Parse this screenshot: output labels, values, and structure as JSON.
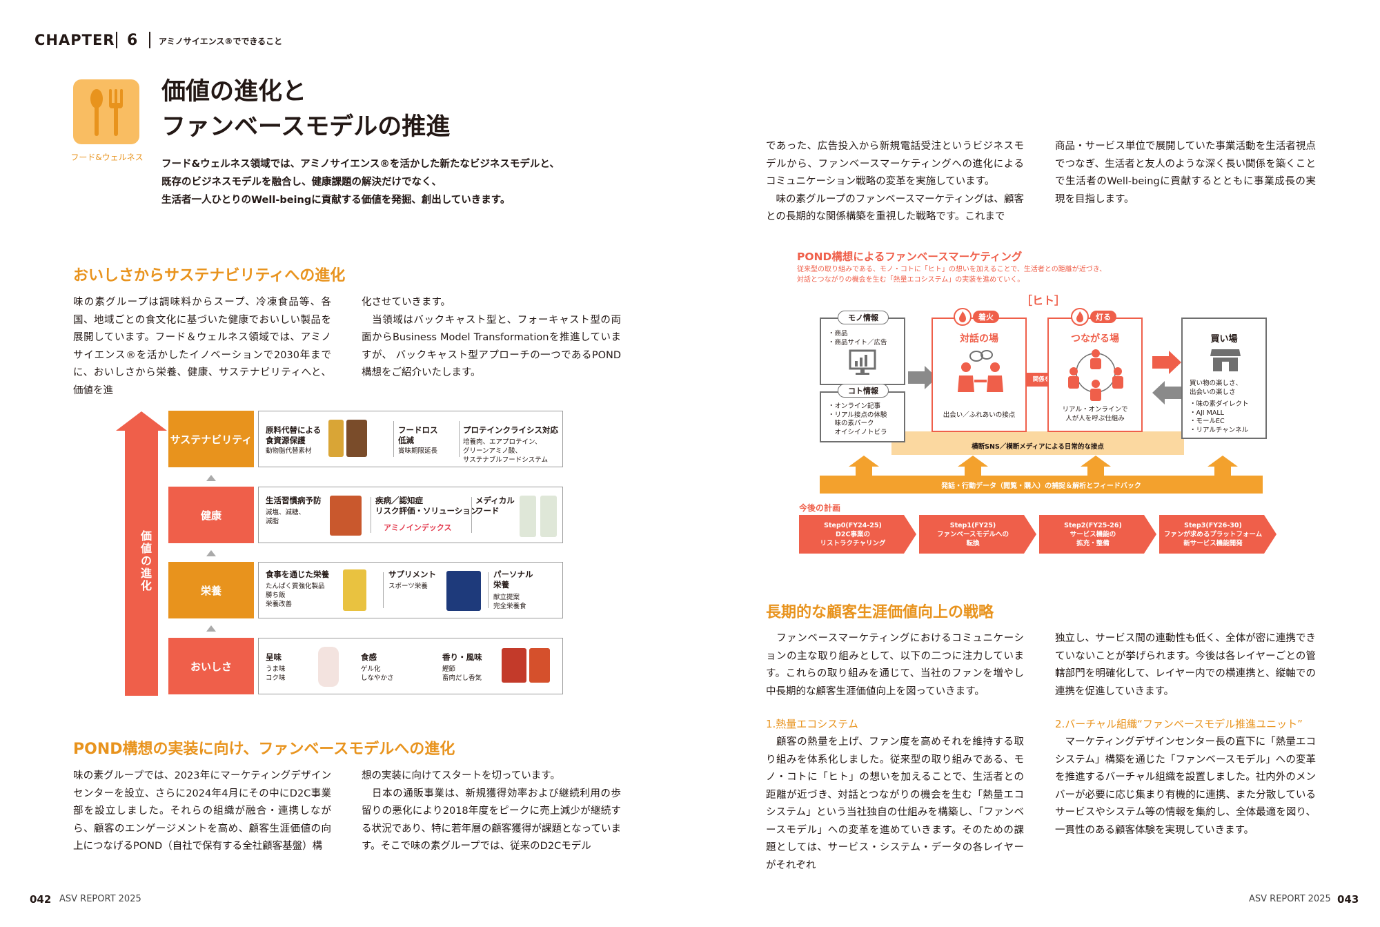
{
  "header": {
    "chapter": "CHAPTER",
    "number": "6",
    "subtitle": "アミノサイエンス®でできること"
  },
  "category": {
    "label": "フード&ウェルネス",
    "icon": "fork-knife-icon"
  },
  "title": {
    "line1": "価値の進化と",
    "line2": "ファンベースモデルの推進"
  },
  "lead": {
    "line1": "フード&ウェルネス領域では、アミノサイエンス®を活かした新たなビジネスモデルと、",
    "line2": "既存のビジネスモデルを融合し、健康課題の解決だけでなく、",
    "line3": "生活者一人ひとりのWell-beingに貢献する価値を発掘、創出していきます。"
  },
  "section1": {
    "heading": "おいしさからサステナビリティへの進化",
    "col1": "味の素グループは調味料からスープ、冷凍食品等、各国、地域ごとの食文化に基づいた健康でおいしい製品を展開しています。フード＆ウェルネス領域では、アミノサイエンス®を活かしたイノベーションで2030年までに、おいしさから栄養、健康、サステナビリティへと、価値を進",
    "col2": "化させていきます。\n　当領域はバックキャスト型と、フォーキャスト型の両面からBusiness Model Transformationを推進していますが、 バックキャスト型アプローチの一つであるPOND構想をご紹介いたします。"
  },
  "value_diagram": {
    "axis_label": "価値の進化",
    "tiers": [
      {
        "label": "サステナビリティ",
        "cells": [
          {
            "title": "原料代替による\n食資源保護",
            "sub": "動物脂代替素材"
          },
          {
            "title": "フードロス\n低減",
            "sub": "賞味期限延長"
          },
          {
            "title": "プロテインクライシス対応",
            "sub": "培養肉、エアプロテイン、\nグリーンアミノ酸、\nサステナブルフードシステム"
          }
        ]
      },
      {
        "label": "健康",
        "cells": [
          {
            "title": "生活習慣病予防",
            "sub": "減塩、減糖、\n減脂"
          },
          {
            "title": "疾病／認知症\nリスク評価・ソリューション",
            "sub": "アミノインデックス"
          },
          {
            "title": "メディカル\nフード",
            "sub": ""
          }
        ]
      },
      {
        "label": "栄養",
        "cells": [
          {
            "title": "食事を通じた栄養",
            "sub": "たんぱく質強化製品\n勝ち飯\n栄養改善"
          },
          {
            "title": "サプリメント",
            "sub": "スポーツ栄養"
          },
          {
            "title": "パーソナル\n栄養",
            "sub": "献立提案\n完全栄養食"
          }
        ]
      },
      {
        "label": "おいしさ",
        "cells": [
          {
            "title": "呈味",
            "sub": "うま味\nコク味"
          },
          {
            "title": "食感",
            "sub": "ゲル化\nしなやかさ"
          },
          {
            "title": "香り・風味",
            "sub": "鰹節\n畜肉だし香気"
          }
        ]
      }
    ]
  },
  "section2": {
    "heading": "POND構想の実装に向け、ファンベースモデルへの進化",
    "col1": "味の素グループでは、2023年にマーケティングデザインセンターを設立、さらに2024年4月にその中にD2C事業部を設立しました。それらの組織が融合・連携しながら、顧客のエンゲージメントを高め、顧客生涯価値の向上につなげるPOND（自社で保有する全社顧客基盤）構",
    "col2": "想の実装に向けてスタートを切っています。\n　日本の通販事業は、新規獲得効率および継続利用の歩留りの悪化により2018年度をピークに売上減少が継続する状況であり、特に若年層の顧客獲得が課題となっています。そこで味の素グループでは、従来のD2Cモデル"
  },
  "right_intro": {
    "col1": "であった、広告投入から新規電話受注というビジネスモデルから、ファンベースマーケティングへの進化によるコミュニケーション戦略の変革を実施しています。\n　味の素グループのファンベースマーケティングは、顧客との長期的な関係構築を重視した戦略です。これまで",
    "col2": "商品・サービス単位で展開していた事業活動を生活者視点でつなぎ、生活者と友人のような深く長い関係を築くことで生活者のWell-beingに貢献するとともに事業成長の実現を目指します。"
  },
  "pond_diagram": {
    "title": "POND構想によるファンベースマーケティング",
    "desc1": "従来型の取り組みである、モノ・コトに「ヒト」の想いを加えることで、生活者との距離が近づき、",
    "desc2": "対話とつながりの機会を生む「熱量エコシステム」の実装を進めていく。",
    "hito": "［ヒト］",
    "mono": {
      "tag": "モノ情報",
      "items": "・商品\n・商品サイト／広告"
    },
    "koto": {
      "tag": "コト情報",
      "items": "・オンライン記事\n・リアル接点の体験\n　味の素パーク\n　オイシイノトビラ"
    },
    "taiwa": {
      "tag": "着火",
      "title": "対話の場",
      "caption": "出会い／ふれあいの接点"
    },
    "kankei": "関係を継続",
    "tsunagaru": {
      "tag": "灯る",
      "title": "つながる場",
      "caption": "リアル・オンラインで\n人が人を呼ぶ仕組み"
    },
    "kaiba": {
      "title": "買い場",
      "sub": "買い物の楽しさ、\n出会いの楽しさ",
      "items": "・味の素ダイレクト\n・AJI MALL\n・モールEC\n・リアルチャンネル"
    },
    "sns_band": "横断SNS／横断メディアによる日常的な接点",
    "data_band": "発話・行動データ（閲覧・購入）の捕捉＆解析とフィードバック",
    "plan_label": "今後の計画",
    "steps": [
      {
        "line1": "Step0(FY24-25)",
        "line2": "D2C事業の",
        "line3": "リストラクチャリング"
      },
      {
        "line1": "Step1(FY25)",
        "line2": "ファンベースモデルへの",
        "line3": "転換"
      },
      {
        "line1": "Step2(FY25-26)",
        "line2": "サービス機能の",
        "line3": "拡充・整備"
      },
      {
        "line1": "Step3(FY26-30)",
        "line2": "ファンが求めるプラットフォーム",
        "line3": "新サービス機能開発"
      }
    ]
  },
  "section3": {
    "heading": "長期的な顧客生涯価値向上の戦略",
    "intro": "　ファンベースマーケティングにおけるコミュニケーションの主な取り組みとして、以下の二つに注力しています。これらの取り組みを通じて、当社のファンを増やし中長期的な顧客生涯価値向上を図っていきます。",
    "sub1_title": "1.熱量エコシステム",
    "sub1_body": "　顧客の熱量を上げ、ファン度を高めそれを維持する取り組みを体系化しました。従来型の取り組みである、モノ・コトに「ヒト」の想いを加えることで、生活者との距離が近づき、対話とつながりの機会を生む「熱量エコシステム」という当社独自の仕組みを構築し、「ファンベースモデル」への変革を進めていきます。そのための課題としては、サービス・システム・データの各レイヤーがそれぞれ",
    "col2_top": "独立し、サービス間の連動性も低く、全体が密に連携できていないことが挙げられます。今後は各レイヤーごとの管轄部門を明確化して、レイヤー内での横連携と、縦軸での連携を促進していきます。",
    "sub2_title": "2.バーチャル組織“ファンベースモデル推進ユニット”",
    "sub2_body": "　マーケティングデザインセンター長の直下に「熱量エコシステム」構築を通じた「ファンベースモデル」への変革を推進するバーチャル組織を設置しました。社内外のメンバーが必要に応じ集まり有機的に連携、また分散しているサービスやシステム等の情報を集約し、全体最適を図り、一貫性のある顧客体験を実現していきます。"
  },
  "footer": {
    "left_page": "042",
    "left_report": "ASV REPORT 2025",
    "right_report": "ASV REPORT 2025",
    "right_page": "043"
  },
  "colors": {
    "orange": "#e8931d",
    "red": "#ef5f4a",
    "light_orange": "#f9bd62",
    "band": "#fbd8a0"
  }
}
